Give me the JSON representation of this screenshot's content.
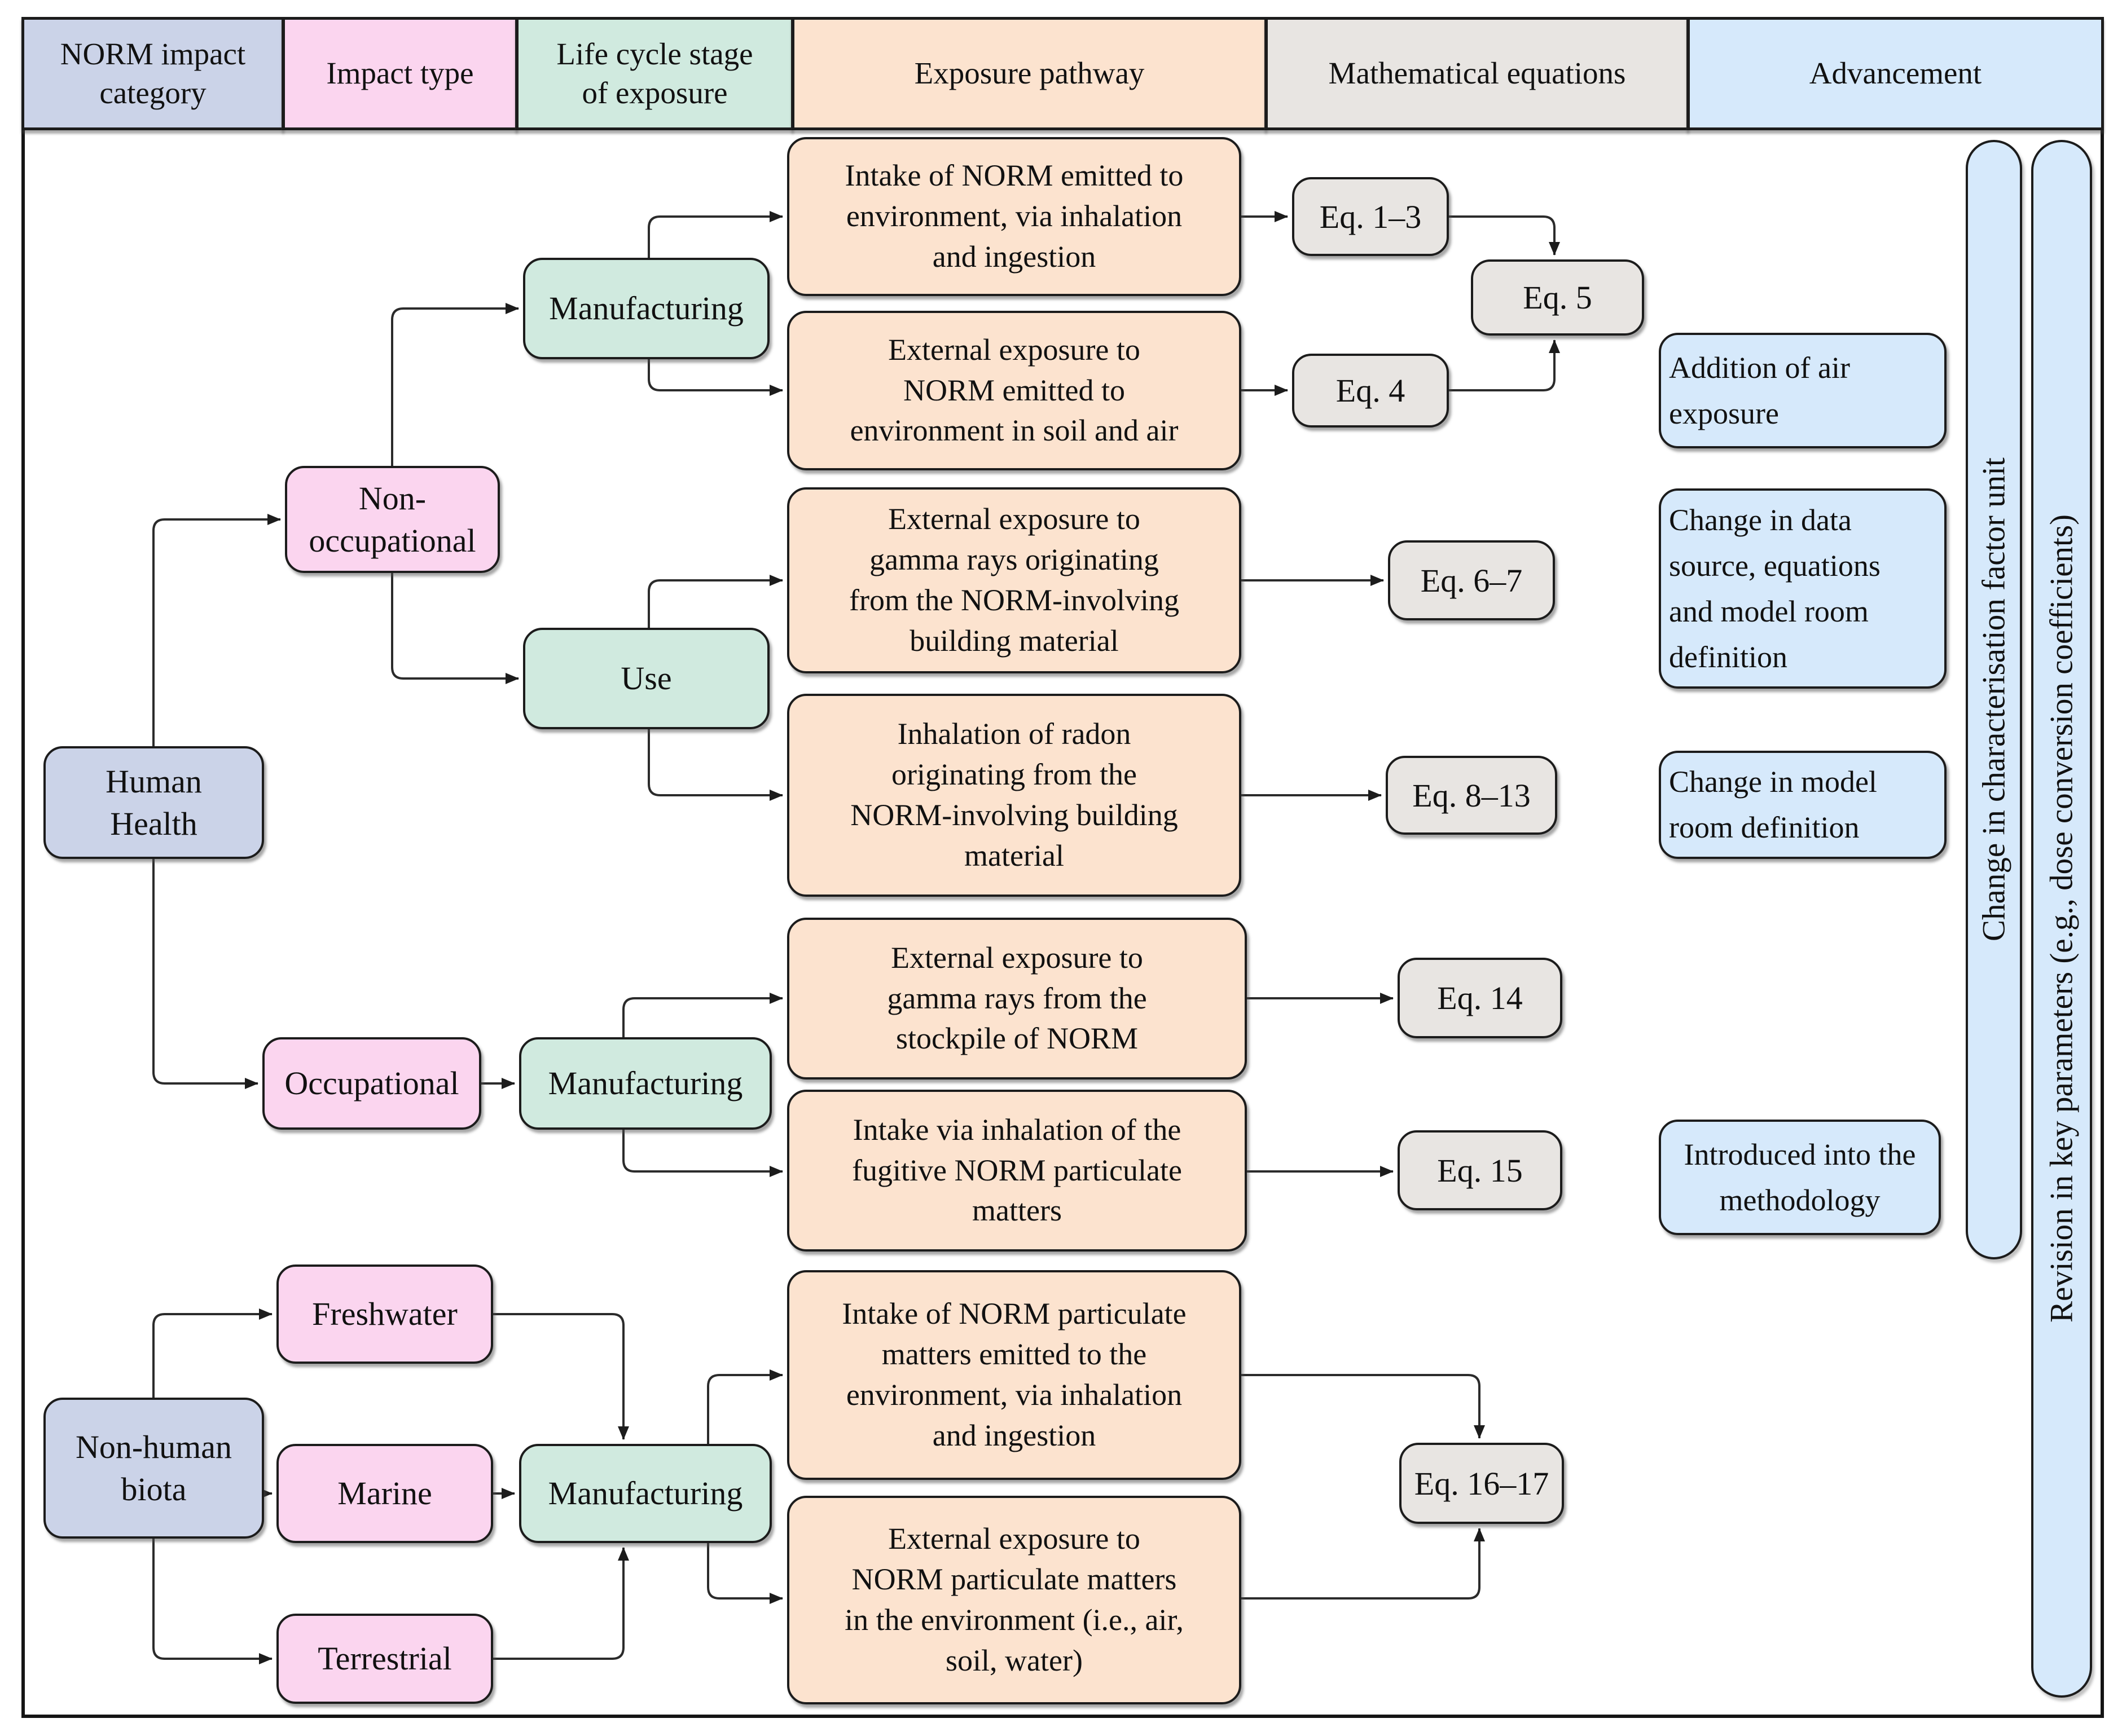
{
  "header": {
    "col1": "NORM impact\ncategory",
    "col2": "Impact type",
    "col3": "Life cycle stage\nof exposure",
    "col4": "Exposure pathway",
    "col5": "Mathematical equations",
    "col6": "Advancement"
  },
  "impact_categories": {
    "human_health": "Human\nHealth",
    "non_human_biota": "Non-human\nbiota"
  },
  "impact_types": {
    "non_occupational": "Non-\noccupational",
    "occupational": "Occupational",
    "freshwater": "Freshwater",
    "marine": "Marine",
    "terrestrial": "Terrestrial"
  },
  "life_cycle_stages": {
    "manufacturing_top": "Manufacturing",
    "use": "Use",
    "manufacturing_mid": "Manufacturing",
    "manufacturing_bottom": "Manufacturing"
  },
  "pathways": {
    "p1": "Intake of NORM emitted to\nenvironment, via inhalation\nand ingestion",
    "p2": "External exposure to\nNORM emitted to\nenvironment in soil and air",
    "p3": "External exposure to\ngamma rays originating\nfrom the NORM-involving\nbuilding material",
    "p4": "Inhalation of radon\noriginating from the\nNORM-involving building\nmaterial",
    "p5": "External exposure to\ngamma rays from the\nstockpile of NORM",
    "p6": "Intake via inhalation of the\nfugitive NORM particulate\nmatters",
    "p7": "Intake of NORM particulate\nmatters emitted to the\nenvironment, via inhalation\nand ingestion",
    "p8": "External exposure to\nNORM particulate matters\nin the environment (i.e., air,\nsoil, water)"
  },
  "equations": {
    "eq1_3": "Eq. 1–3",
    "eq4": "Eq. 4",
    "eq5": "Eq. 5",
    "eq6_7": "Eq. 6–7",
    "eq8_13": "Eq. 8–13",
    "eq14": "Eq. 14",
    "eq15": "Eq. 15",
    "eq16_17": "Eq. 16–17"
  },
  "advancements": {
    "a1": "Addition of air\nexposure",
    "a2": "Change in data\nsource, equations\nand model room\ndefinition",
    "a3": "Change in model\nroom definition",
    "a4": "Introduced into the\nmethodology"
  },
  "sidebars": {
    "bar1": "Change in characterisation factor unit",
    "bar2": "Revision in key parameters (e.g., dose conversion coefficients)"
  },
  "colors": {
    "lavender": "#cbd3e8",
    "pink": "#fbd5ef",
    "mint": "#d0eadf",
    "peach": "#fce3cf",
    "gray": "#e8e5e2",
    "light_blue": "#d6e9fb",
    "border": "#1c1c1c",
    "line": "#2b2b2b"
  }
}
